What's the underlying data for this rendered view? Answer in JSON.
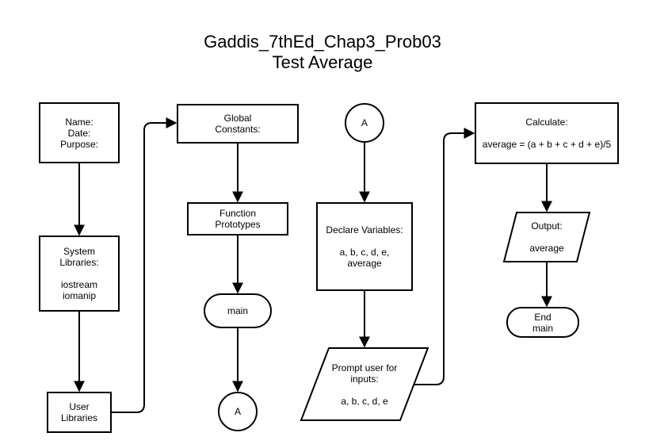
{
  "title": {
    "line1": "Gaddis_7thEd_Chap3_Prob03",
    "line2": "Test Average"
  },
  "nodes": {
    "header": [
      "Name:",
      "Date:",
      "Purpose:"
    ],
    "system_libraries": [
      "System",
      "Libraries:",
      "",
      "iostream",
      "iomanip"
    ],
    "user_libraries": [
      "User",
      "Libraries"
    ],
    "global_constants": [
      "Global",
      "Constants:"
    ],
    "function_prototypes": [
      "Function",
      "Prototypes"
    ],
    "main": "main",
    "connector_out": "A",
    "connector_in": "A",
    "declare_variables": [
      "Declare Variables:",
      "",
      "a, b, c, d, e,",
      "average"
    ],
    "prompt_inputs": [
      "Prompt user for",
      "inputs:",
      "",
      "a, b, c, d, e"
    ],
    "calculate": [
      "Calculate:",
      "",
      "average = (a + b + c + d + e)/5"
    ],
    "output": [
      "Output:",
      "",
      "average"
    ],
    "end_main": [
      "End",
      "main"
    ]
  }
}
